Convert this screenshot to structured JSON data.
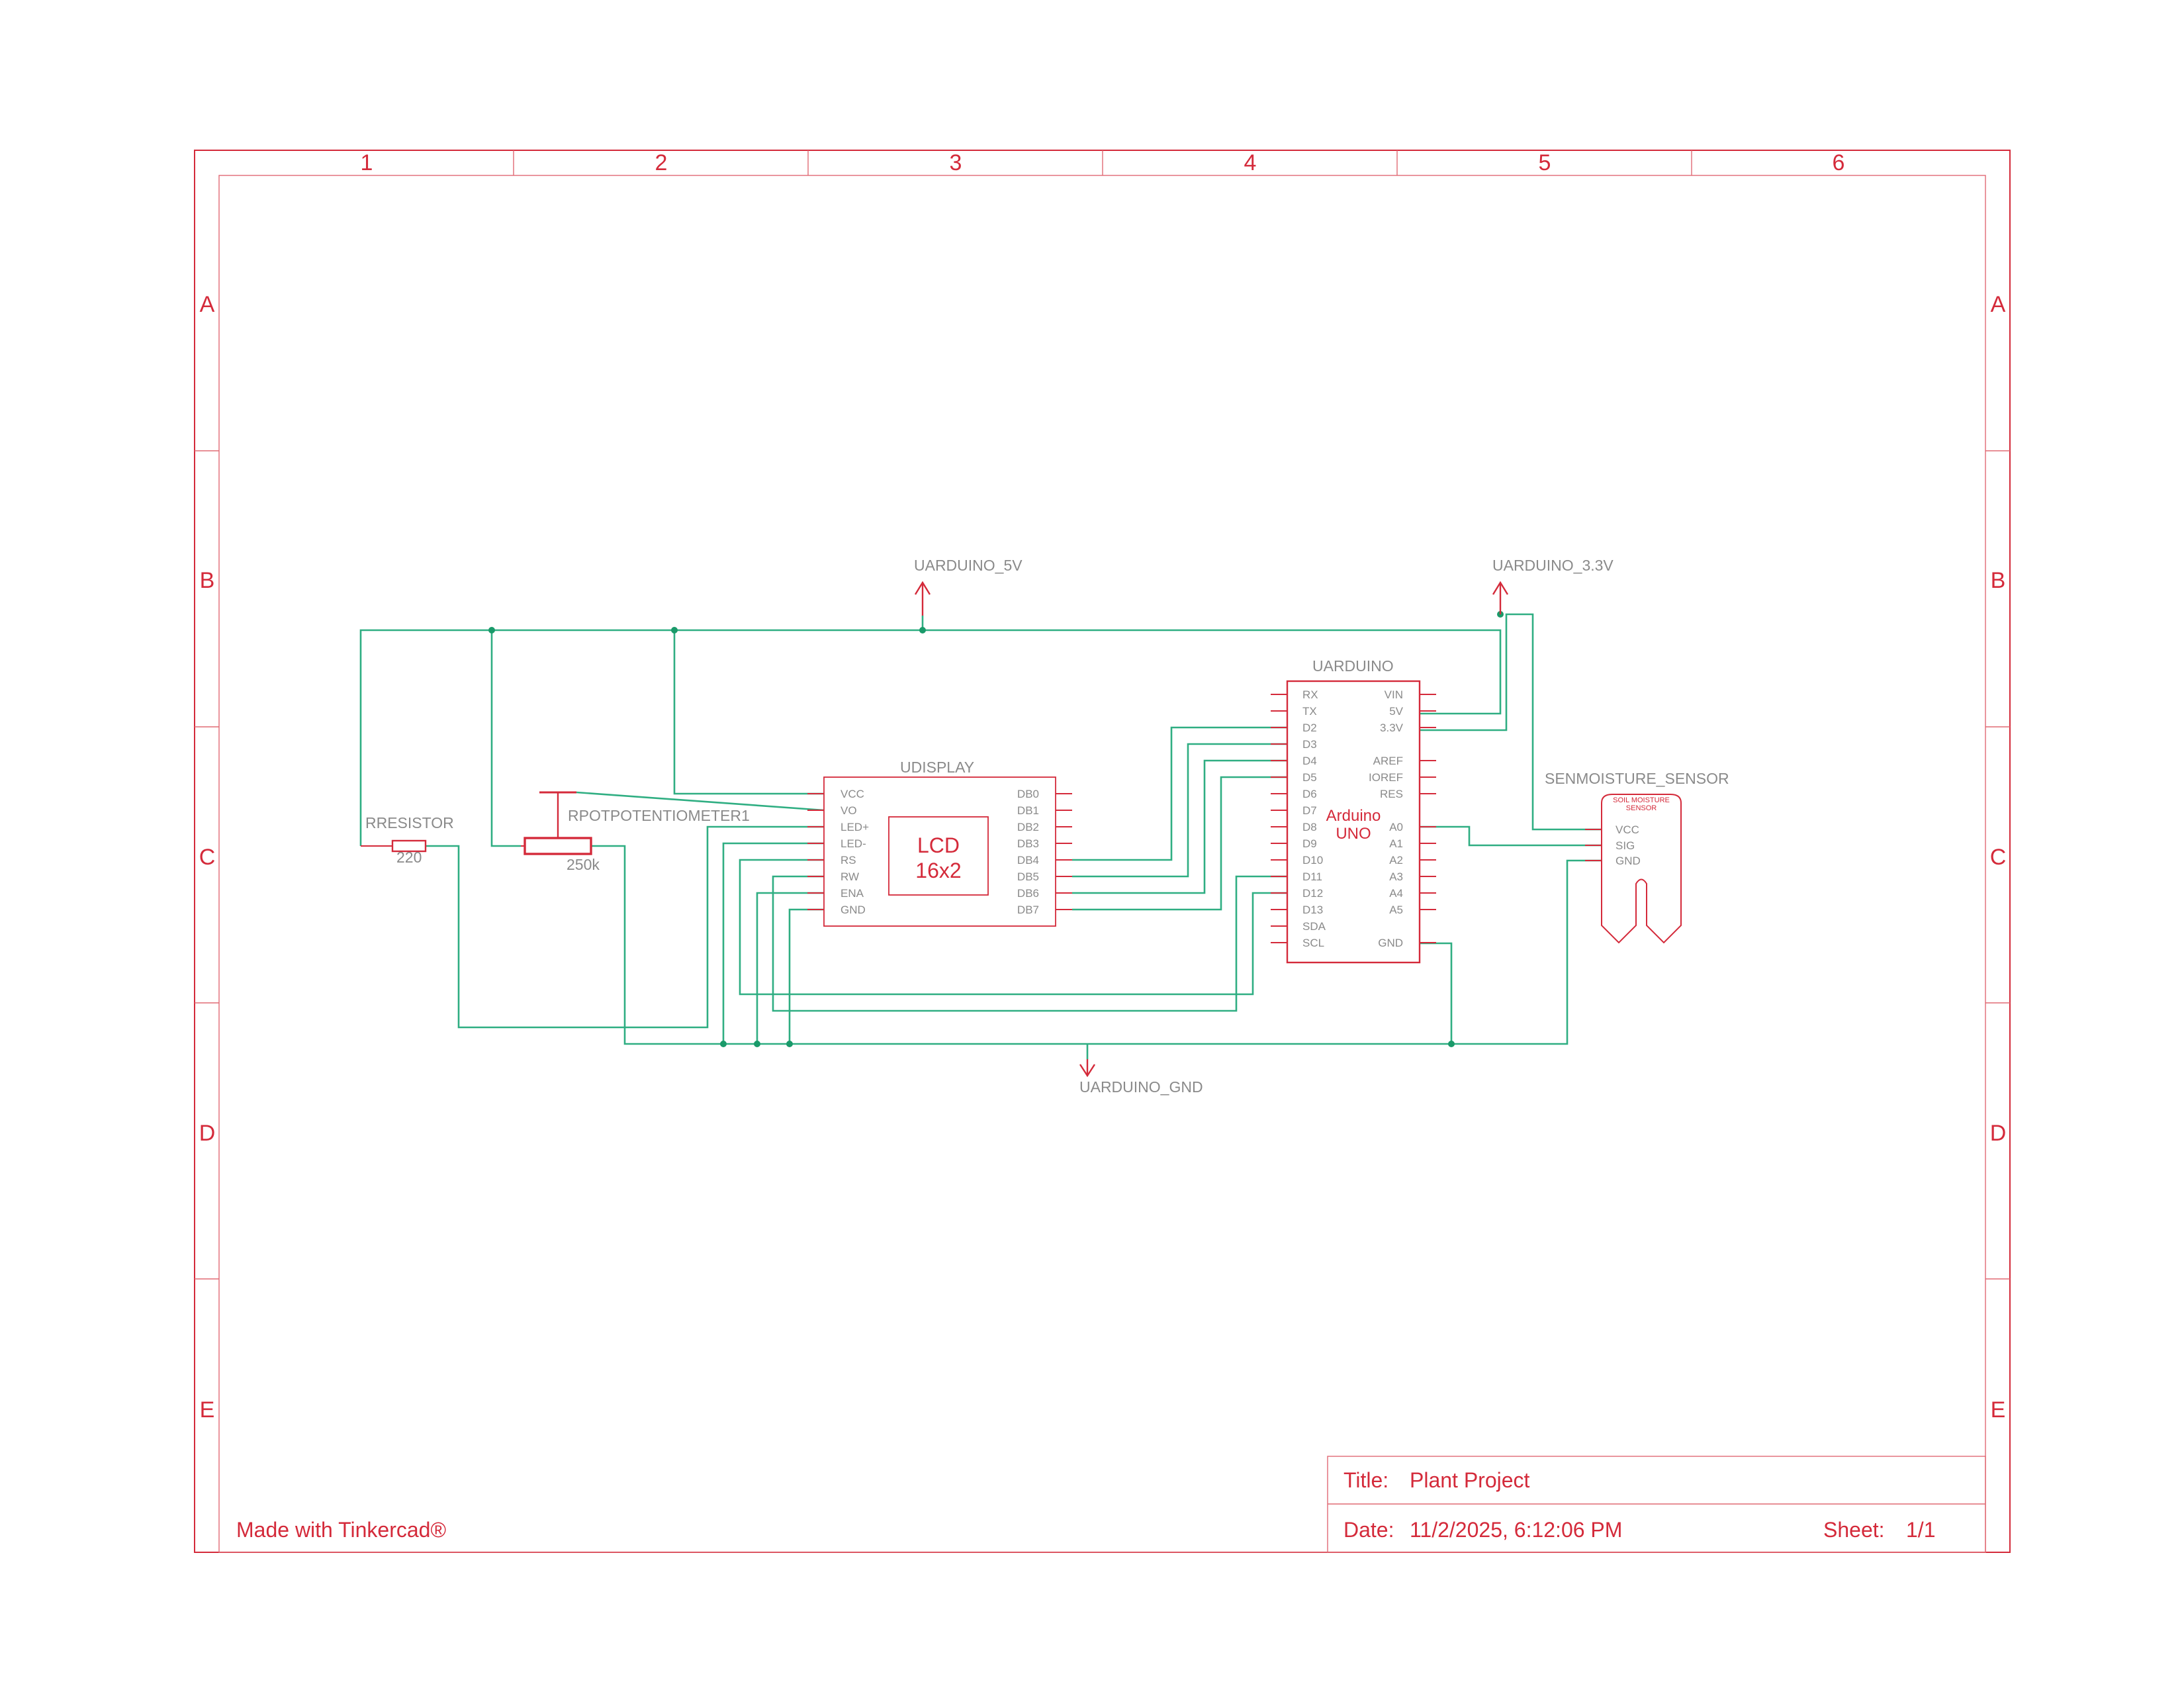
{
  "frame": {
    "columns": [
      "1",
      "2",
      "3",
      "4",
      "5",
      "6"
    ],
    "rows": [
      "A",
      "B",
      "C",
      "D",
      "E"
    ]
  },
  "colors": {
    "frame": "#d42a3a",
    "wire": "#2fae82",
    "junction": "#1a9a6a",
    "label": "#8a8a8a"
  },
  "power": {
    "v5": "UARDUINO_5V",
    "v33": "UARDUINO_3.3V",
    "gnd": "UARDUINO_GND"
  },
  "resistor": {
    "name": "RRESISTOR",
    "value": "220"
  },
  "pot": {
    "name": "RPOTPOTENTIOMETER1",
    "value": "250k"
  },
  "display": {
    "name": "UDISPLAY",
    "core_line1": "LCD",
    "core_line2": "16x2",
    "left_pins": [
      "VCC",
      "VO",
      "LED+",
      "LED-",
      "RS",
      "RW",
      "ENA",
      "GND"
    ],
    "right_pins": [
      "DB0",
      "DB1",
      "DB2",
      "DB3",
      "DB4",
      "DB5",
      "DB6",
      "DB7"
    ]
  },
  "arduino": {
    "name": "UARDUINO",
    "core_line1": "Arduino",
    "core_line2": "UNO",
    "left_pins": [
      "RX",
      "TX",
      "D2",
      "D3",
      "D4",
      "D5",
      "D6",
      "D7",
      "D8",
      "D9",
      "D10",
      "D11",
      "D12",
      "D13",
      "SDA",
      "SCL"
    ],
    "right_pins": [
      "VIN",
      "5V",
      "3.3V",
      "",
      "AREF",
      "IOREF",
      "RES",
      "",
      "A0",
      "A1",
      "A2",
      "A3",
      "A4",
      "A5",
      "",
      "GND"
    ]
  },
  "sensor": {
    "name": "SENMOISTURE_SENSOR",
    "core_line1": "SOIL MOISTURE",
    "core_line2": "SENSOR",
    "pins": [
      "VCC",
      "SIG",
      "GND"
    ]
  },
  "title_block": {
    "title_label": "Title:",
    "title_value": "Plant Project",
    "date_label": "Date:",
    "date_value": "11/2/2025, 6:12:06 PM",
    "sheet_label": "Sheet:",
    "sheet_value": "1/1"
  },
  "footer": {
    "made_with": "Made with Tinkercad®"
  }
}
